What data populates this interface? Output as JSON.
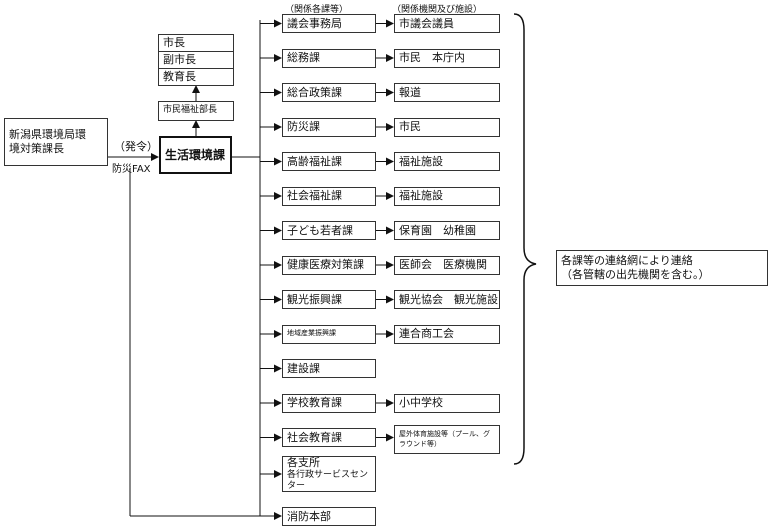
{
  "header": {
    "col_departments": "（関係各課等）",
    "col_institutions": "（関係機関及び施設）"
  },
  "origin": {
    "line1": "新潟県環境局環",
    "line2": "境対策課長"
  },
  "link": {
    "order": "（発令）",
    "fax": "防災FAX"
  },
  "center": {
    "label": "生活環境課"
  },
  "welfare_director": {
    "label": "市民福祉部長"
  },
  "executives": [
    "市長",
    "副市長",
    "教育長"
  ],
  "departments": [
    {
      "label": "議会事務局",
      "target": "市議会議員"
    },
    {
      "label": "総務課",
      "target": "市民　本庁内"
    },
    {
      "label": "総合政策課",
      "target": "報道"
    },
    {
      "label": "防災課",
      "target": "市民"
    },
    {
      "label": "高齢福祉課",
      "target": "福祉施設"
    },
    {
      "label": "社会福祉課",
      "target": "福祉施設"
    },
    {
      "label": "子ども若者課",
      "target": "保育園　幼稚園"
    },
    {
      "label": "健康医療対策課",
      "target": "医師会　医療機関"
    },
    {
      "label": "観光振興課",
      "target": "観光協会　観光施設"
    },
    {
      "label": "地域産業振興課",
      "target": "連合商工会"
    },
    {
      "label": "建設課",
      "target": ""
    },
    {
      "label": "学校教育課",
      "target": "小中学校"
    },
    {
      "label": "社会教育課",
      "target": "屋外体育施設等（プール、グラウンド等）"
    }
  ],
  "branch_office": {
    "line1": "各支所",
    "line2": "各行政サービスセンター"
  },
  "fire_hq": {
    "label": "消防本部"
  },
  "summary": {
    "line1": "各課等の連絡網により連絡",
    "line2": "（各管轄の出先機関を含む。）"
  }
}
